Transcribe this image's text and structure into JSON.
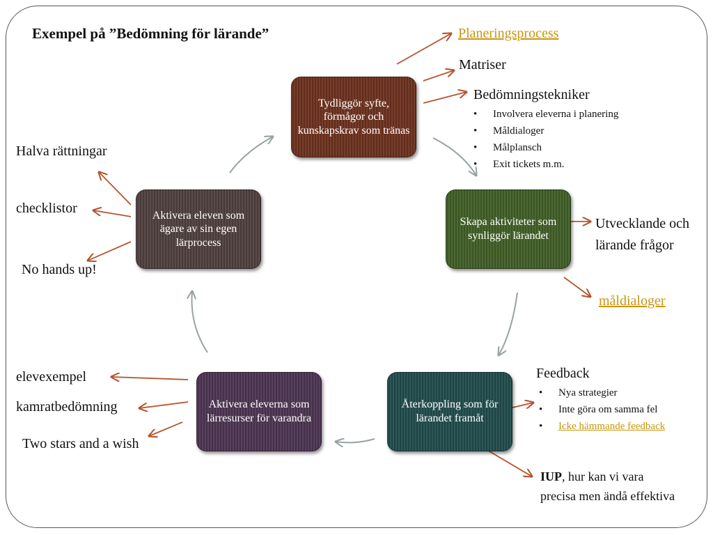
{
  "title": "Exempel på ”Bedömning för lärande”",
  "steps": [
    "Tydliggör syfte, förmågor och kunskapskrav som tränas",
    "Skapa aktiviteter som synliggör lärandet",
    "Återkoppling som för lärandet framåt",
    "Aktivera eleverna som lärresurser för varandra",
    "Aktivera eleven som ägare av sin egen lärprocess"
  ],
  "step1_links": {
    "planeringsprocess": "Planeringsprocess",
    "matriser": "Matriser",
    "bedomningstekniker": "Bedömningstekniker",
    "bullets": [
      "Involvera eleverna i planering",
      "Måldialoger",
      "Målplansch",
      "Exit tickets m.m."
    ]
  },
  "step2_links": {
    "fragor": "Utvecklande och lärande frågor",
    "maldialoger": "måldialoger"
  },
  "step3_links": {
    "feedback": "Feedback",
    "bullets": [
      "Nya strategier",
      "Inte göra om samma fel",
      "Icke hämmande feedback"
    ],
    "iup_bold": "IUP",
    "iup_rest": ", hur kan vi vara",
    "iup_line2": "precisa men ändå effektiva"
  },
  "step4_links": [
    "elevexempel",
    "kamratbedömning",
    "Two stars and a wish"
  ],
  "step5_links": [
    "Halva rättningar",
    "checklistor",
    "No hands up!"
  ],
  "colors": {
    "box1": "#6b2f1c",
    "box2": "#3f5c25",
    "box3": "#1f4a4b",
    "box4": "#4a3350",
    "box5": "#4e3e3c",
    "side_arrow": "#b5542d",
    "cycle_arrow": "#98a2a2",
    "link": "#c8960f"
  }
}
